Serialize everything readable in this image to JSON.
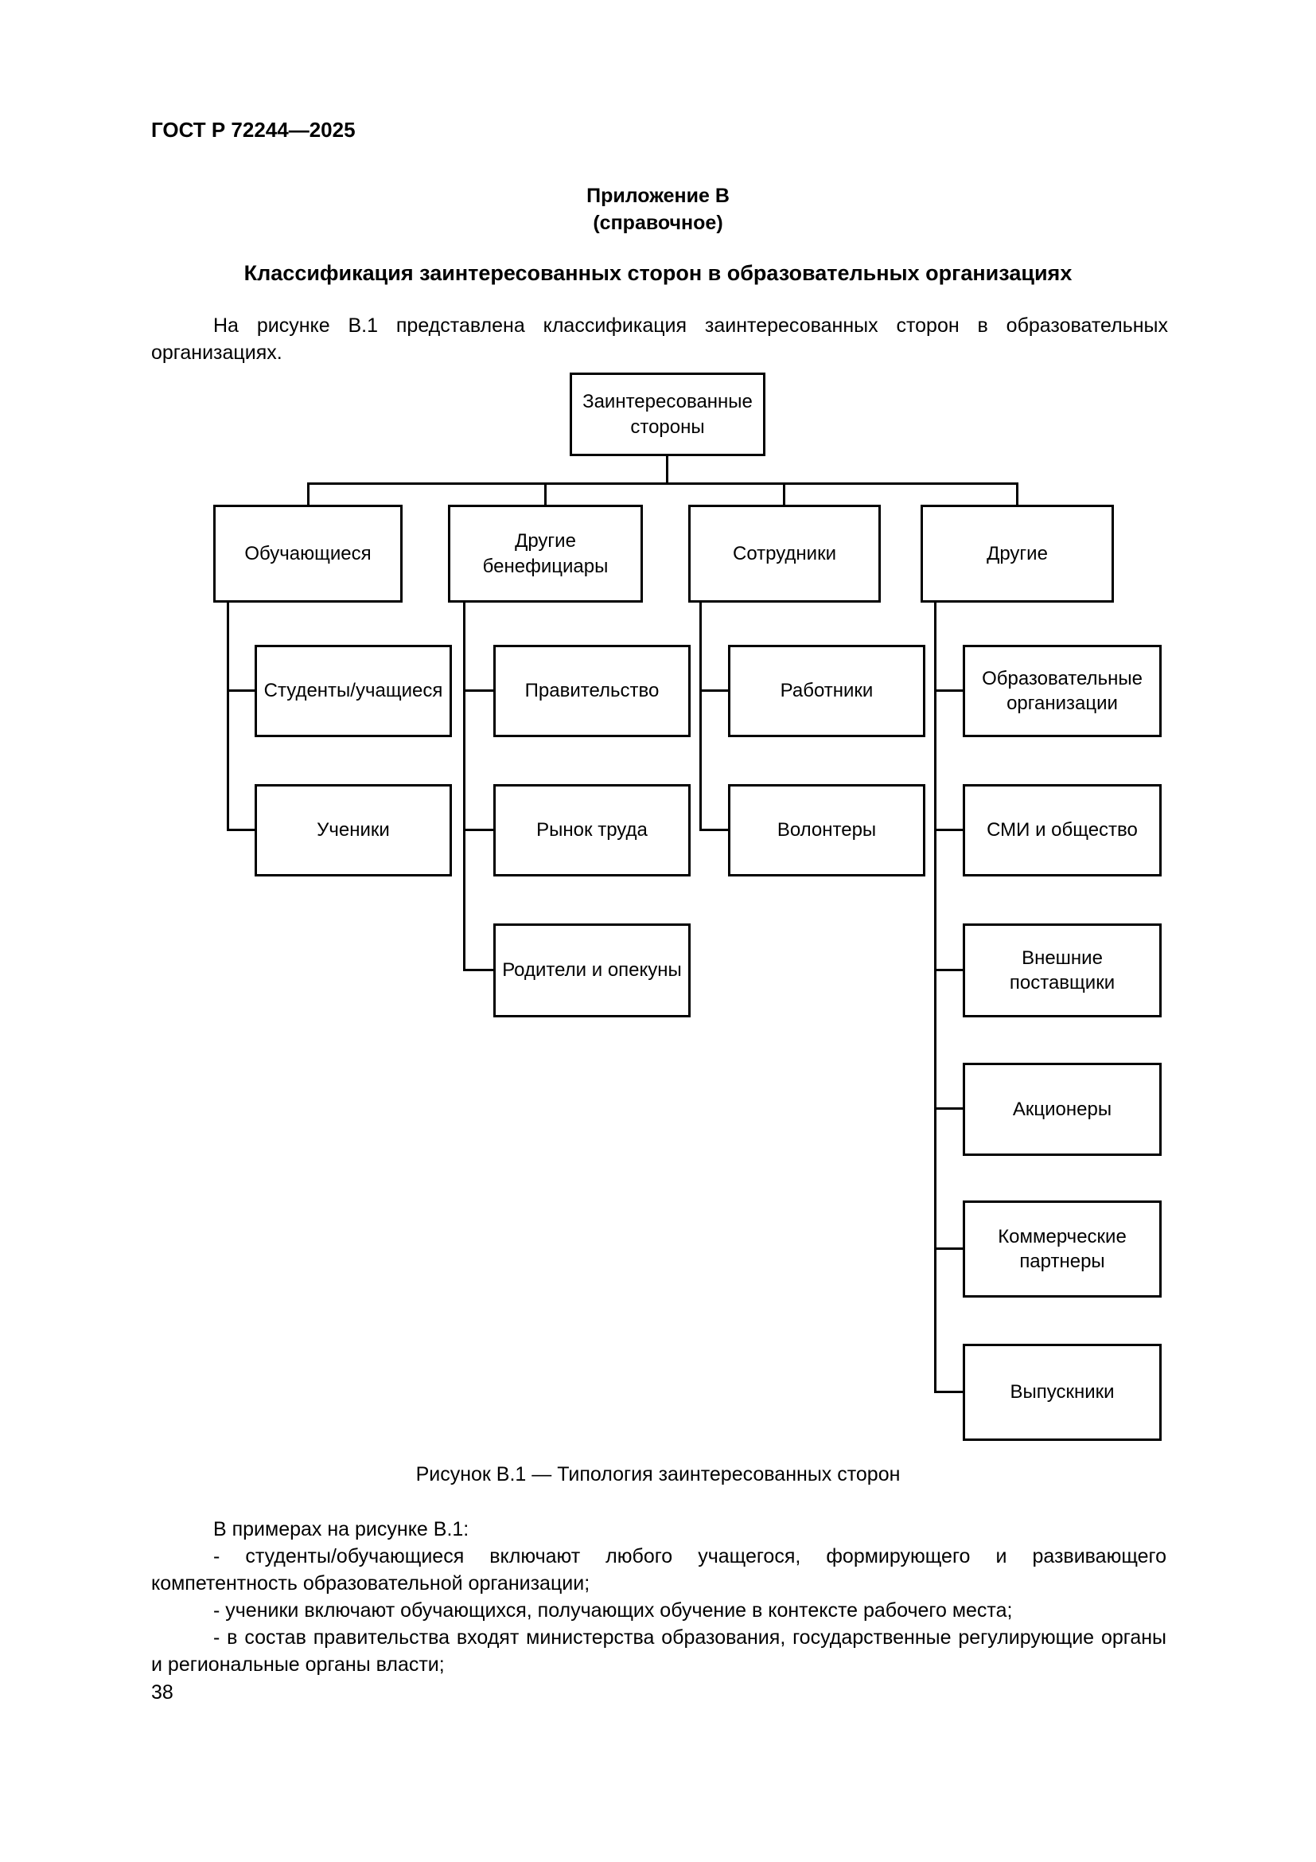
{
  "page": {
    "header": "ГОСТ Р 72244—2025",
    "page_number": "38"
  },
  "appendix": {
    "label": "Приложение В",
    "type": "(справочное)",
    "title": "Классификация заинтересованных сторон в образовательных организациях",
    "intro": "На рисунке В.1 представлена классификация заинтересованных сторон в образовательных организациях."
  },
  "diagram": {
    "root": "Заинтересованные стороны",
    "branches": [
      {
        "label": "Обучающиеся",
        "children": [
          "Студенты/учащиеся",
          "Ученики"
        ]
      },
      {
        "label": "Другие бенефициары",
        "children": [
          "Правительство",
          "Рынок труда",
          "Родители и опекуны"
        ]
      },
      {
        "label": "Сотрудники",
        "children": [
          "Работники",
          "Волонтеры"
        ]
      },
      {
        "label": "Другие",
        "children": [
          "Образовательные организации",
          "СМИ и общество",
          "Внешние поставщики",
          "Акционеры",
          "Коммерческие партнеры",
          "Выпускники"
        ]
      }
    ],
    "caption": "Рисунок В.1 — Типология заинтересованных сторон"
  },
  "notes": {
    "intro": "В примерах на рисунке В.1:",
    "items": [
      "- студенты/обучающиеся включают любого учащегося, формирующего и развивающего компетентность образовательной организации;",
      "- ученики включают обучающихся, получающих обучение в контексте рабочего места;",
      "- в состав правительства входят министерства образования, государственные регулирующие органы и региональные органы власти;"
    ]
  }
}
